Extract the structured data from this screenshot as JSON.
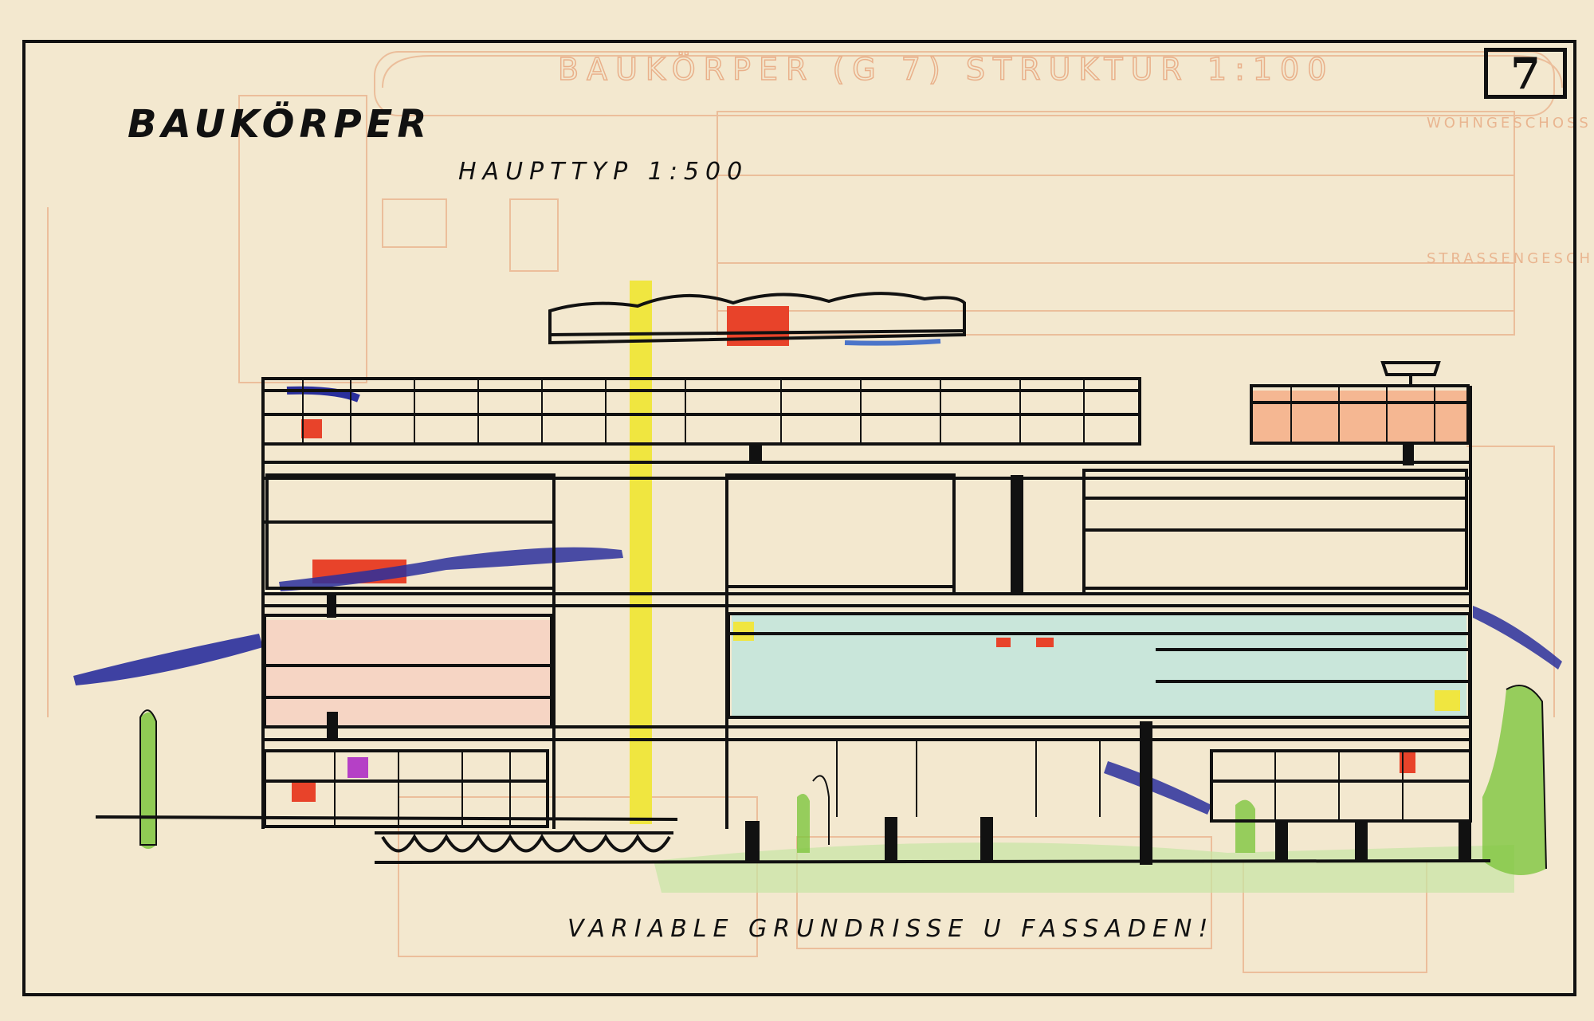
{
  "sheet": {
    "page_number": "7",
    "title": "BAUKÖRPER",
    "subtitle": "HAUPTTYP 1:500",
    "caption": "VARIABLE GRUNDRISSE U FASSADEN!"
  },
  "background_sketch": {
    "header": "BAUKÖRPER (G 7) STRUKTUR 1:100",
    "label_right_1": "WOHNGESCHOSS",
    "label_right_2": "STRASSENGESCHOSS"
  },
  "colors": {
    "paper": "#f3e8cf",
    "ink": "#111111",
    "accent_yellow": "#f0e640",
    "accent_red": "#e8432a",
    "accent_blue": "#2a2f9c",
    "accent_green": "#7ec63e",
    "wash_cyan": "#c9e6da",
    "wash_pink": "#f6d5c4",
    "wash_orange": "#f5b792",
    "faded_orange_lines": "#e9b08a"
  }
}
